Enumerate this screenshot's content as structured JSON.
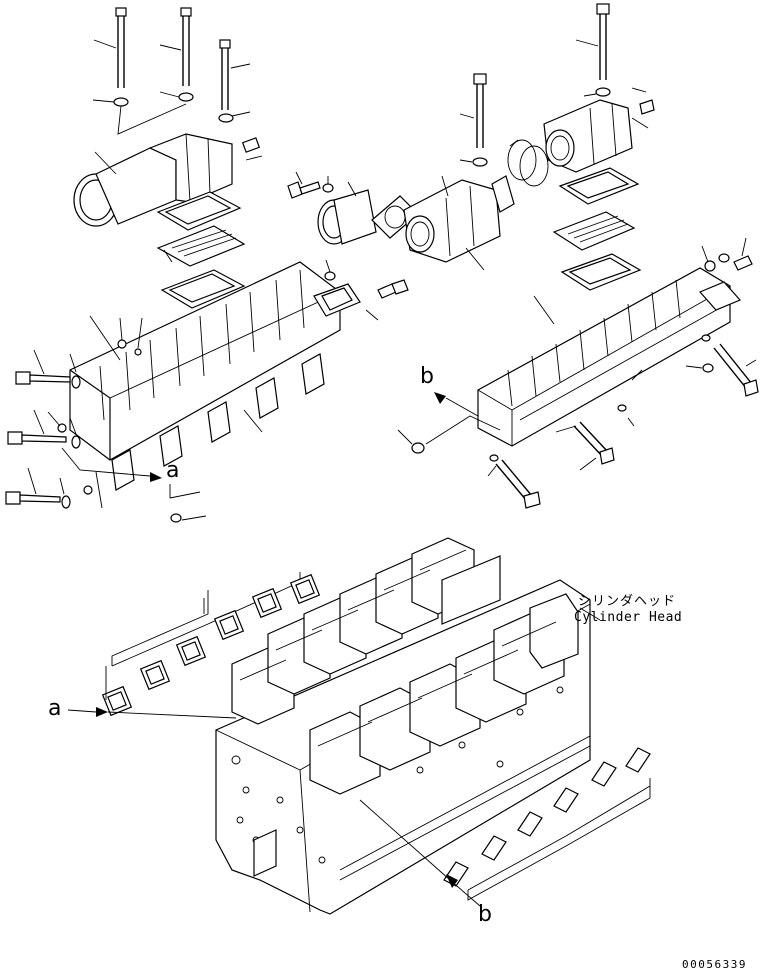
{
  "labels": {
    "ref_a_top": "a",
    "ref_b_top": "b",
    "ref_a_bottom": "a",
    "ref_b_bottom": "b",
    "cylinder_head_jp": "シリンダヘッド",
    "cylinder_head_en": "Cylinder Head",
    "drawing_number": "00056339"
  },
  "colors": {
    "ink": "#000000",
    "paper": "#ffffff"
  }
}
